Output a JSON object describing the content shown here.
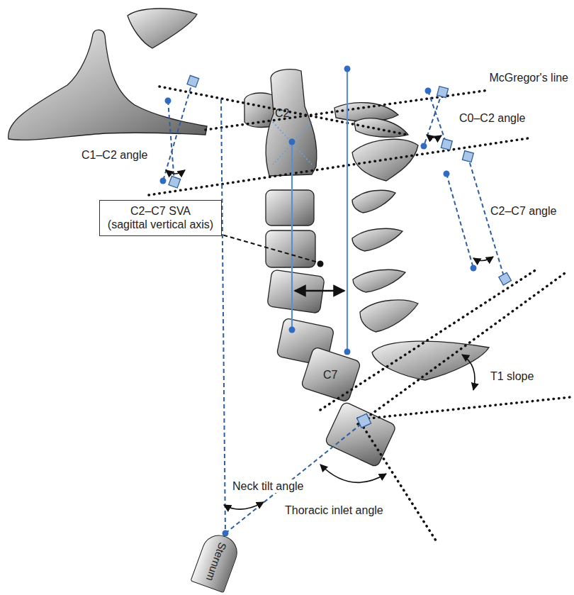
{
  "diagram": {
    "nodes": [
      {
        "text": [
          "C2"
        ]
      },
      {
        "text": [
          "C2–C7 SVA (sagittal vertical axis)"
        ]
      },
      {
        "text": [
          "C7"
        ]
      },
      {
        "text": [
          "Sternum"
        ]
      }
    ],
    "labels": [
      "McGregor's line",
      "C1–C2 angle",
      "C0–C2 angle",
      "C2–C7 angle",
      "T1 slope",
      "Neck tilt angle",
      "Thoracic inlet angle"
    ]
  }
}
